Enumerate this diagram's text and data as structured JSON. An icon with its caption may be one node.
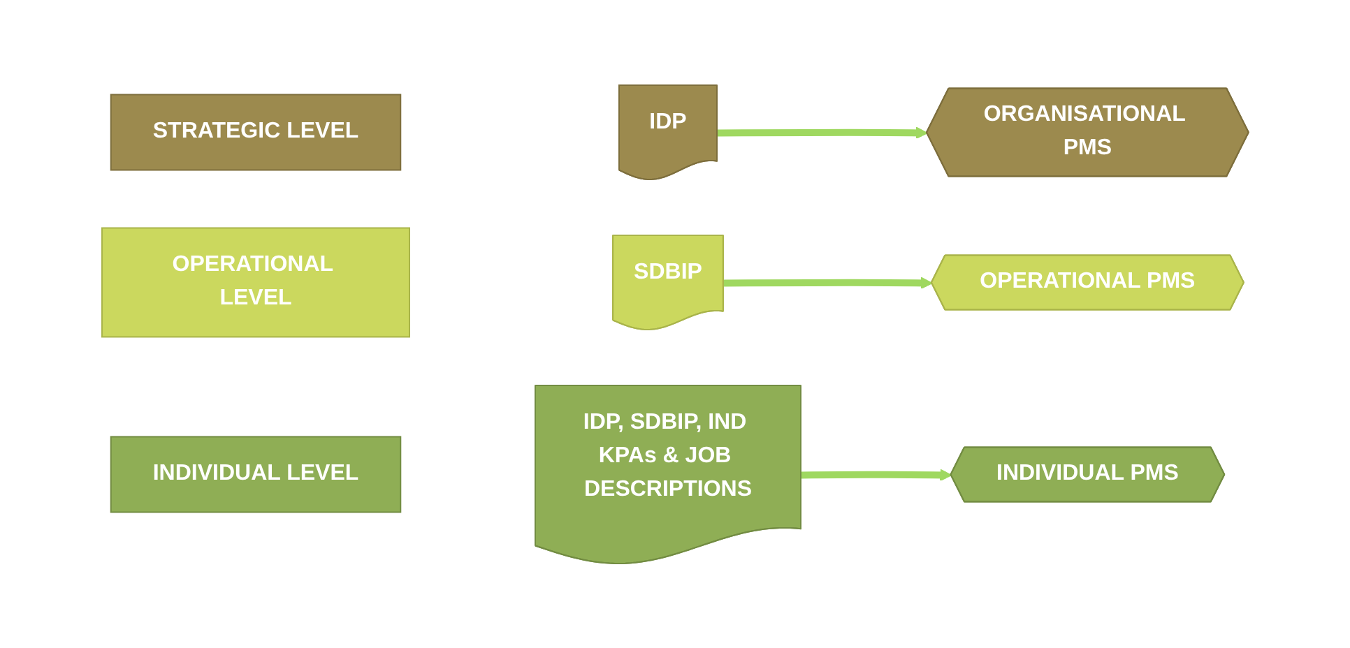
{
  "diagram": {
    "nodes": [
      {
        "text": [
          "STRATEGIC LEVEL"
        ]
      },
      {
        "text": [
          "IDP"
        ]
      },
      {
        "text": [
          "ORGANISATIONAL PMS"
        ]
      },
      {
        "text": [
          "OPERATIONAL LEVEL"
        ]
      },
      {
        "text": [
          "SDBIP"
        ]
      },
      {
        "text": [
          "OPERATIONAL PMS"
        ]
      },
      {
        "text": [
          "INDIVIDUAL LEVEL"
        ]
      },
      {
        "text": [
          "IDP, SDBIP, IND KPAs & JOB DESCRIPTIONS"
        ]
      },
      {
        "text": [
          "INDIVIDUAL PMS"
        ]
      }
    ],
    "edges": [
      {
        "from": 1,
        "to": 2,
        "arrow": "to"
      },
      {
        "from": 4,
        "to": 5,
        "arrow": "to"
      },
      {
        "from": 7,
        "to": 8,
        "arrow": "to"
      }
    ]
  }
}
